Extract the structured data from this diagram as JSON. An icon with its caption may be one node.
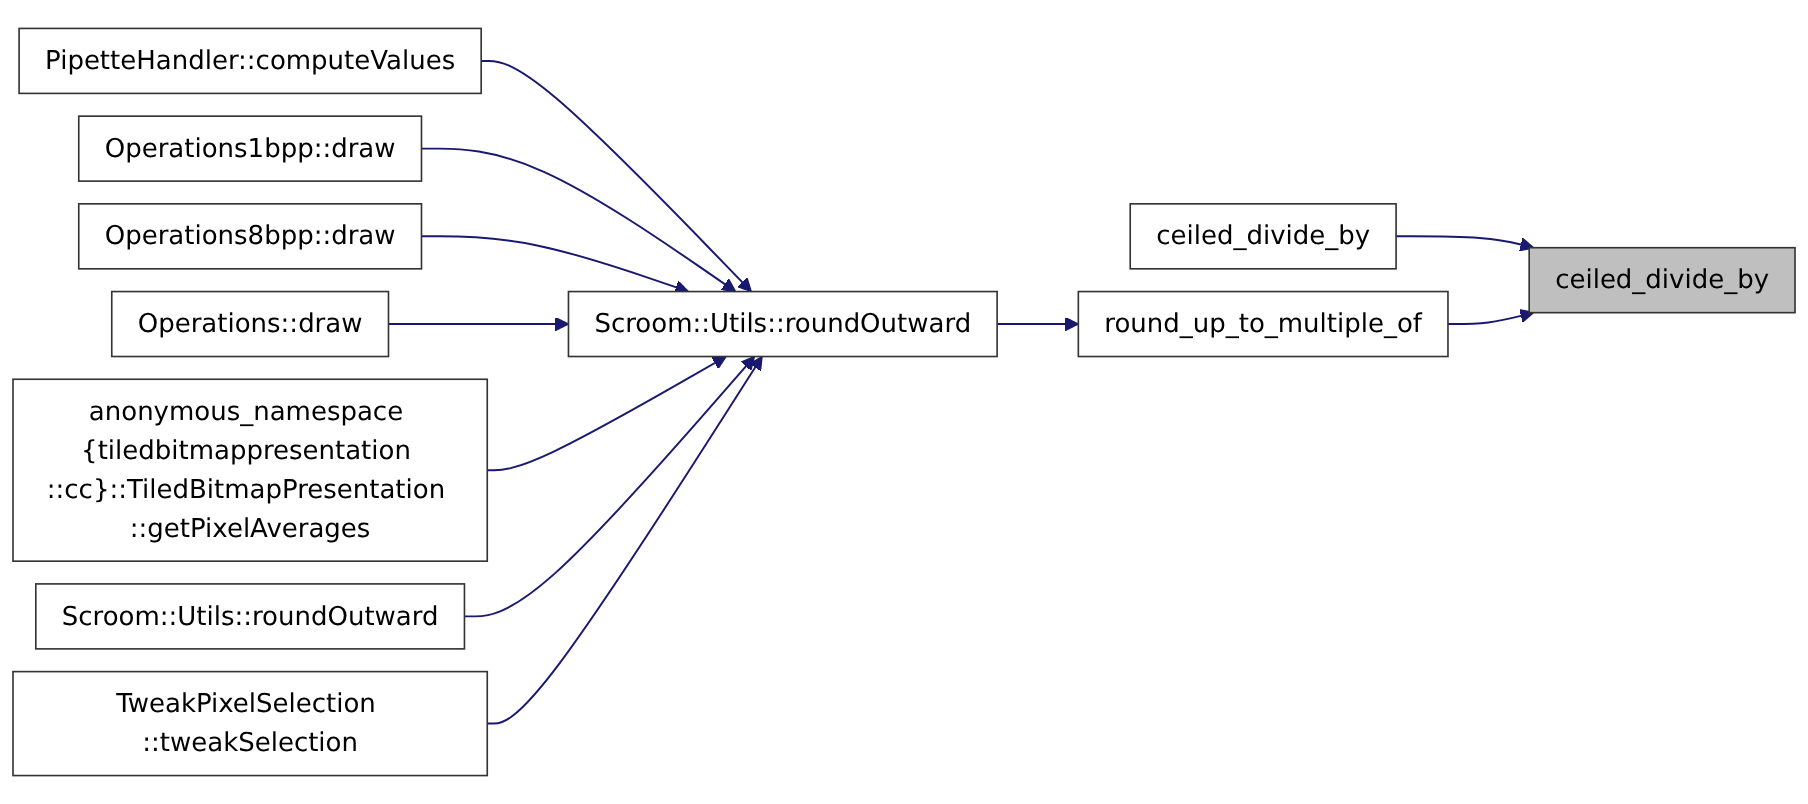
{
  "diagram": {
    "nodes": [
      {
        "text": [
          "PipetteHandler::computeValues"
        ]
      },
      {
        "text": [
          "Operations1bpp::draw"
        ]
      },
      {
        "text": [
          "Operations8bpp::draw"
        ]
      },
      {
        "text": [
          "Operations::draw"
        ]
      },
      {
        "text": [
          "anonymous_namespace {tiledbitmappresentation ::cc}::TiledBitmapPresentation ::getPixelAverages"
        ]
      },
      {
        "text": [
          "Scroom::Utils::roundOutward"
        ]
      },
      {
        "text": [
          "TweakPixelSelection ::tweakSelection"
        ]
      },
      {
        "text": [
          "Scroom::Utils::roundOutward"
        ]
      },
      {
        "text": [
          "ceiled_divide_by"
        ]
      },
      {
        "text": [
          "round_up_to_multiple_of"
        ]
      },
      {
        "text": [
          "ceiled_divide_by"
        ]
      }
    ],
    "edges": [
      {
        "from": 0,
        "to": 7,
        "arrow": "to"
      },
      {
        "from": 1,
        "to": 7,
        "arrow": "to"
      },
      {
        "from": 2,
        "to": 7,
        "arrow": "to"
      },
      {
        "from": 3,
        "to": 7,
        "arrow": "to"
      },
      {
        "from": 4,
        "to": 7,
        "arrow": "to"
      },
      {
        "from": 5,
        "to": 7,
        "arrow": "to"
      },
      {
        "from": 6,
        "to": 7,
        "arrow": "to"
      },
      {
        "from": 7,
        "to": 9,
        "arrow": "to"
      },
      {
        "from": 8,
        "to": 10,
        "arrow": "to"
      },
      {
        "from": 9,
        "to": 10,
        "arrow": "to"
      }
    ]
  }
}
